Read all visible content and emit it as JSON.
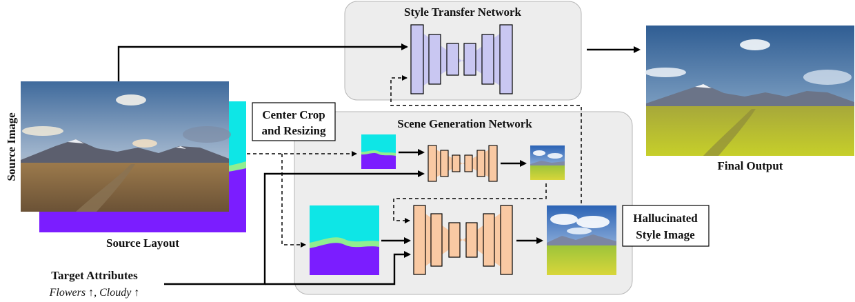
{
  "labels": {
    "style_network": "Style Transfer Network",
    "scene_network": "Scene Generation Network",
    "source_image": "Source Image",
    "source_layout": "Source Layout",
    "center_crop_line1": "Center Crop",
    "center_crop_line2": "and Resizing",
    "target_attributes": "Target Attributes",
    "attributes_value": "Flowers ↑, Cloudy ↑",
    "final_output": "Final Output",
    "hallucinated_line1": "Hallucinated",
    "hallucinated_line2": "Style Image"
  },
  "colors": {
    "panel_fill": "#ededed",
    "style_net_fill": "#c9c7f2",
    "style_net_stroke": "#7f7dc4",
    "scene_net_fill": "#f9c9a3",
    "scene_net_stroke": "#e3a27b",
    "layout_cyan": "#0ee6e6",
    "layout_green": "#90ee90",
    "layout_purple": "#7b1dff"
  }
}
